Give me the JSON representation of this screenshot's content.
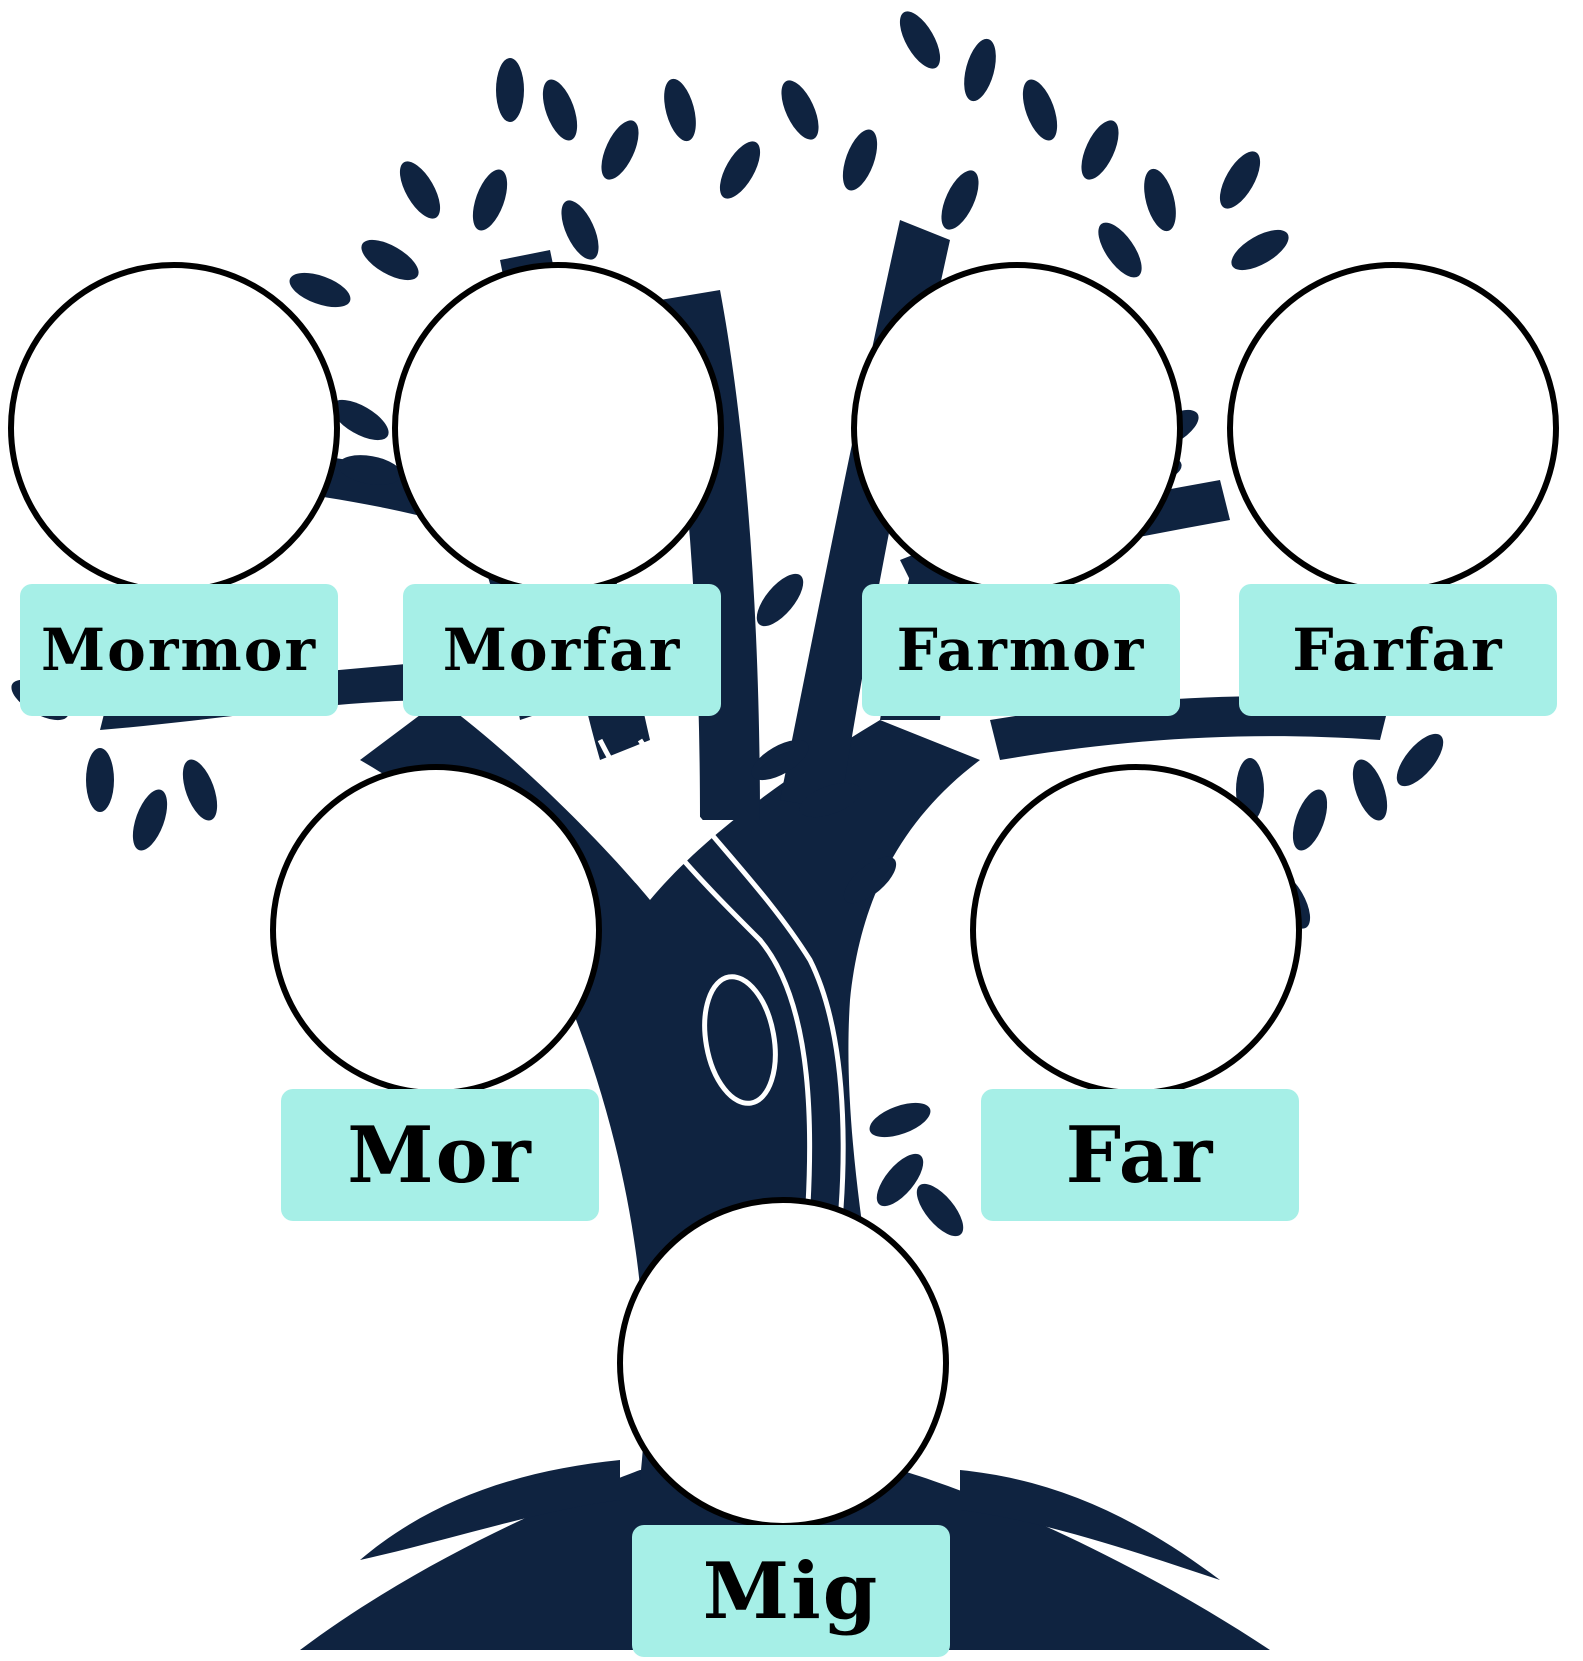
{
  "colors": {
    "tree": "#0f2340",
    "label_background": "#a6efe7",
    "circle_border": "#000000",
    "circle_fill": "#ffffff"
  },
  "members": {
    "mormor": "Mormor",
    "morfar": "Morfar",
    "farmor": "Farmor",
    "farfar": "Farfar",
    "mor": "Mor",
    "far": "Far",
    "mig": "Mig"
  }
}
